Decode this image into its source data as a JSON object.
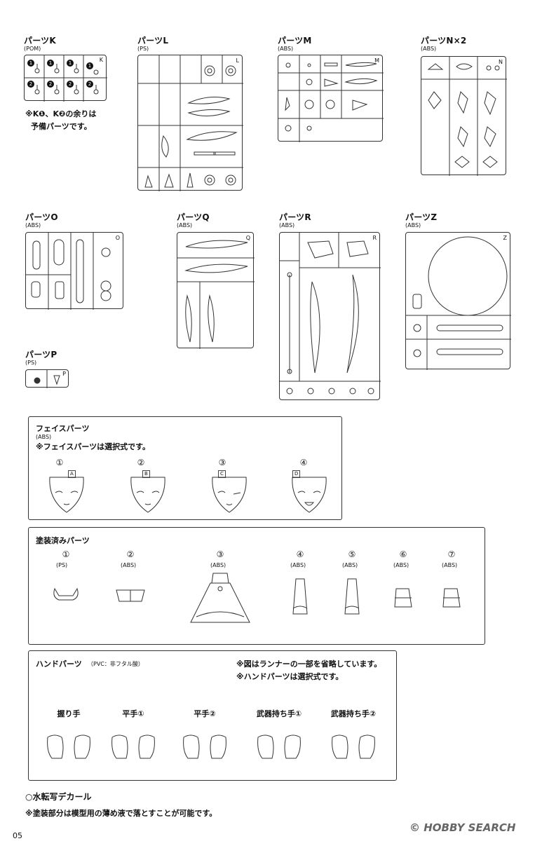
{
  "runners": {
    "k": {
      "name": "パーツK",
      "material": "(POM)",
      "corner": "K",
      "note1": "※K❶、K❷の余りは",
      "note2": "予備パーツです。"
    },
    "l": {
      "name": "パーツL",
      "material": "(PS)",
      "corner": "L"
    },
    "m": {
      "name": "パーツM",
      "material": "(ABS)",
      "corner": "M"
    },
    "n": {
      "name": "パーツN×2",
      "material": "(ABS)",
      "corner": "N"
    },
    "o": {
      "name": "パーツO",
      "material": "(ABS)",
      "corner": "O"
    },
    "q": {
      "name": "パーツQ",
      "material": "(ABS)",
      "corner": "Q"
    },
    "r": {
      "name": "パーツR",
      "material": "(ABS)",
      "corner": "R"
    },
    "z": {
      "name": "パーツZ",
      "material": "(ABS)",
      "corner": "Z"
    },
    "p": {
      "name": "パーツP",
      "material": "(PS)",
      "corner": "P"
    }
  },
  "face": {
    "title": "フェイスパーツ",
    "material": "(ABS)",
    "note": "※フェイスパーツは選択式です。",
    "items": [
      {
        "num": "①",
        "tag": "A"
      },
      {
        "num": "②",
        "tag": "B"
      },
      {
        "num": "③",
        "tag": "C"
      },
      {
        "num": "④",
        "tag": "D"
      }
    ]
  },
  "painted": {
    "title": "塗装済みパーツ",
    "items": [
      {
        "num": "①",
        "material": "(PS)"
      },
      {
        "num": "②",
        "material": "(ABS)"
      },
      {
        "num": "③",
        "material": "(ABS)"
      },
      {
        "num": "④",
        "material": "(ABS)"
      },
      {
        "num": "⑤",
        "material": "(ABS)"
      },
      {
        "num": "⑥",
        "material": "(ABS)"
      },
      {
        "num": "⑦",
        "material": "(ABS)"
      }
    ]
  },
  "hands": {
    "title": "ハンドパーツ",
    "material": "（PVC：非フタル酸）",
    "note1": "※図はランナーの一部を省略しています。",
    "note2": "※ハンドパーツは選択式です。",
    "items": [
      "握り手",
      "平手①",
      "平手②",
      "武器持ち手①",
      "武器持ち手②"
    ]
  },
  "decal": {
    "title": "○水転写デカール",
    "note": "※塗装部分は模型用の薄め液で落とすことが可能です。"
  },
  "footer": {
    "page": "05",
    "watermark": "© HOBBY SEARCH"
  }
}
